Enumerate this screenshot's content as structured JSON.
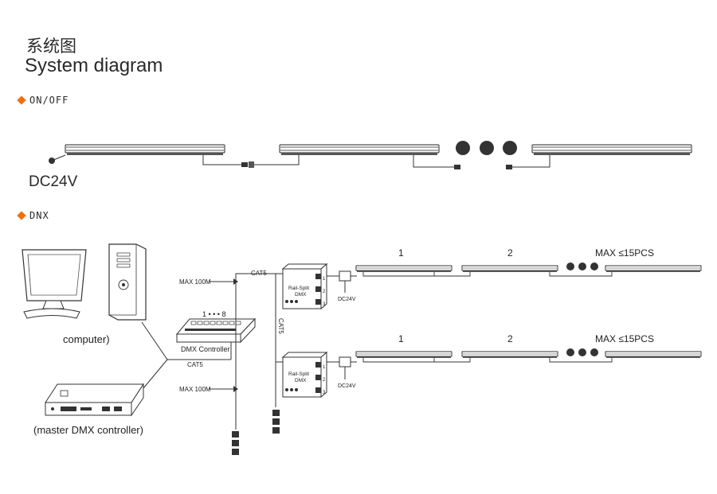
{
  "header": {
    "title_cn": "系统图",
    "title_en": "System diagram"
  },
  "sections": {
    "onoff": "ON/OFF",
    "dmx": "DNX"
  },
  "onoff_diagram": {
    "power_label": "DC24V"
  },
  "dmx_diagram": {
    "computer_label": "computer)",
    "master_label": "(master DMX controller)",
    "controller_label": "DMX Controller",
    "controller_ports": "1 • • • 8",
    "max_top": "MAX 100M",
    "max_bottom": "MAX 100M",
    "cat5_top": "CAT5",
    "cat5_mid": "CAT5",
    "cat5_left": "CAT5",
    "rail_label_top": "Rail-Split",
    "rail_label_bottom": "DMX",
    "power_top": "DC24V",
    "power_bottom": "DC24V",
    "row1": {
      "bar1": "1",
      "bar2": "2",
      "max": "MAX ≤15PCS"
    },
    "row2": {
      "bar1": "1",
      "bar2": "2",
      "max": "MAX ≤15PCS"
    },
    "rail_ports": [
      "1",
      "2",
      "3"
    ]
  },
  "colors": {
    "accent": "#f07010",
    "line": "#333333"
  }
}
